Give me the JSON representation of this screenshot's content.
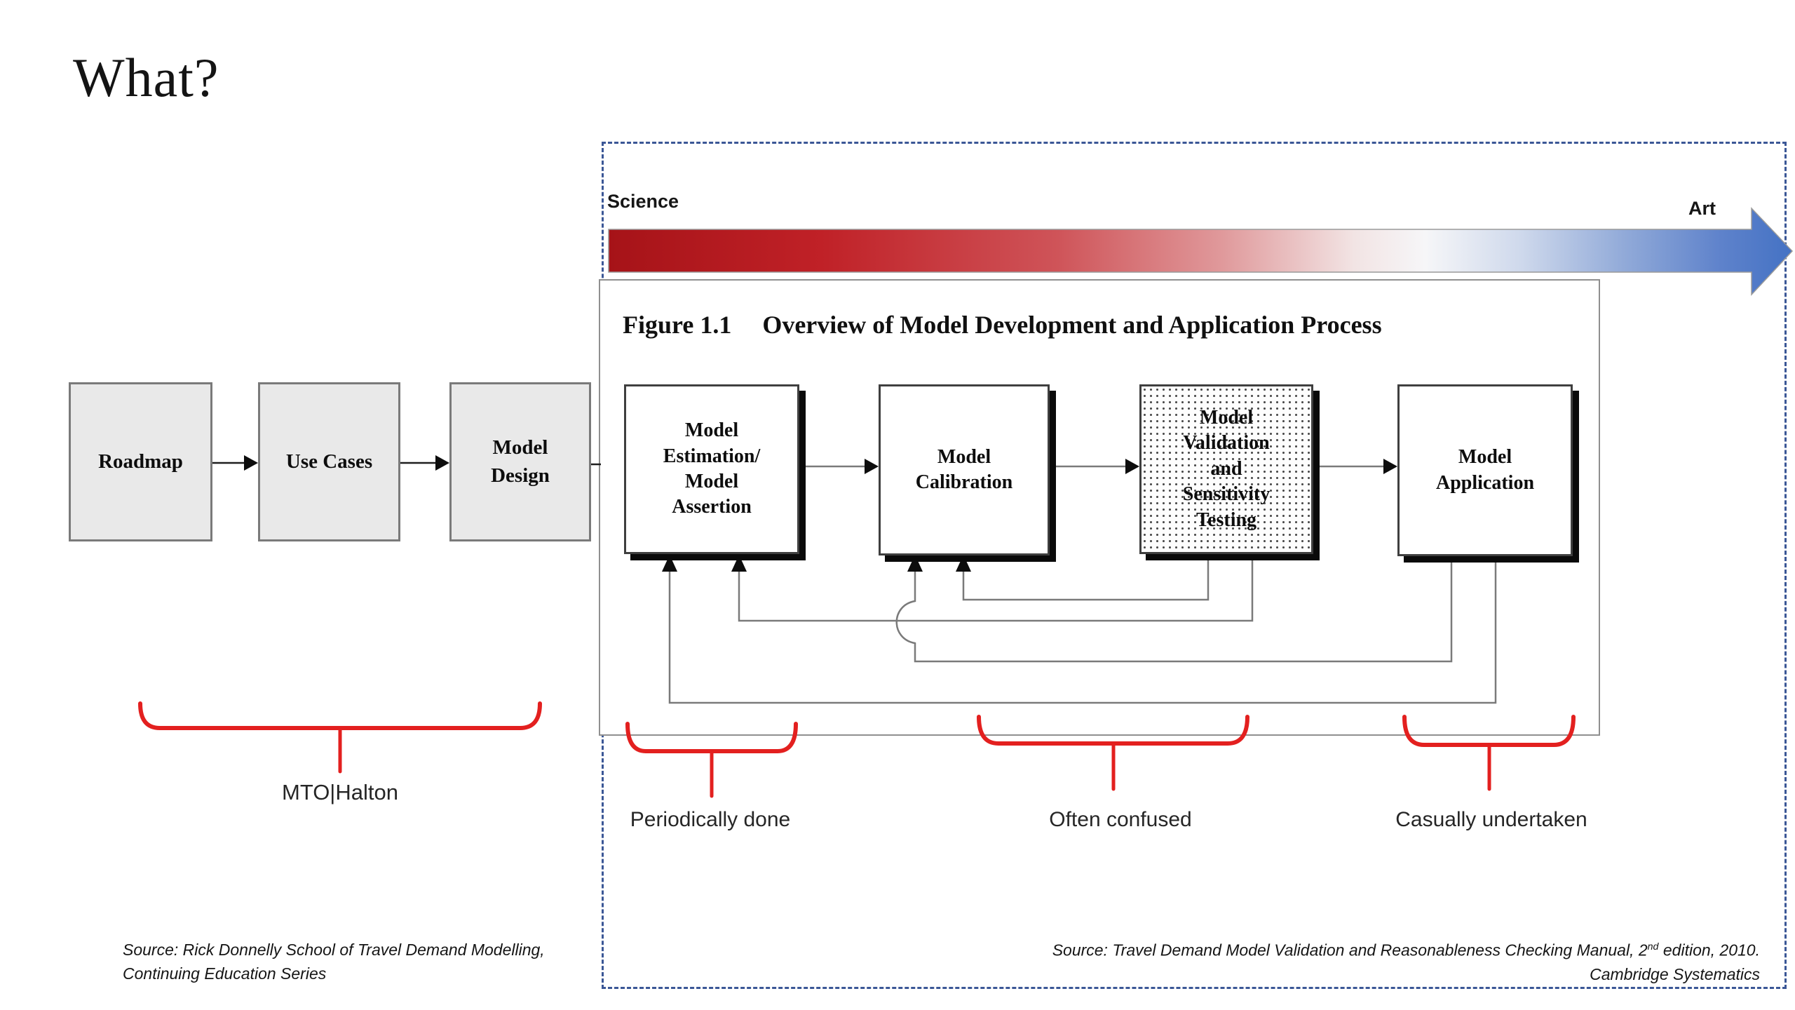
{
  "slide": {
    "title": "What?"
  },
  "colors": {
    "accent_red": "#e3201f",
    "arrow_blue": "#4472c4",
    "gradient_red_start": "#a61318",
    "dashed_border_blue": "#3b5796",
    "box_gray_fill": "#e9e9e9",
    "panel_border_gray": "#8f8f8f",
    "line_gray": "#7a7a7a"
  },
  "gradient_axis": {
    "left_label": "Science",
    "right_label": "Art"
  },
  "figure": {
    "label": "Figure 1.1",
    "title": "Overview of Model Development and Application Process",
    "boxes": [
      {
        "label": "Model\nEstimation/\nModel\nAssertion"
      },
      {
        "label": "Model\nCalibration"
      },
      {
        "label": "Model\nValidation\nand\nSensitivity\nTesting"
      },
      {
        "label": "Model\nApplication"
      }
    ]
  },
  "left_flow": {
    "boxes": [
      {
        "label": "Roadmap"
      },
      {
        "label": "Use Cases"
      },
      {
        "label": "Model\nDesign"
      }
    ],
    "brace_label": "MTO|Halton"
  },
  "annotations": {
    "braces": [
      {
        "label": "Periodically done"
      },
      {
        "label": "Often confused"
      },
      {
        "label": "Casually undertaken"
      }
    ]
  },
  "sources": {
    "left_line1": "Source: Rick Donnelly School of Travel Demand Modelling,",
    "left_line2": "Continuing Education Series",
    "right_pre": "Source: Travel Demand Model Validation and Reasonableness Checking Manual, 2",
    "right_sup": "nd",
    "right_post": " edition, 2010.",
    "right_line2": "Cambridge Systematics"
  }
}
